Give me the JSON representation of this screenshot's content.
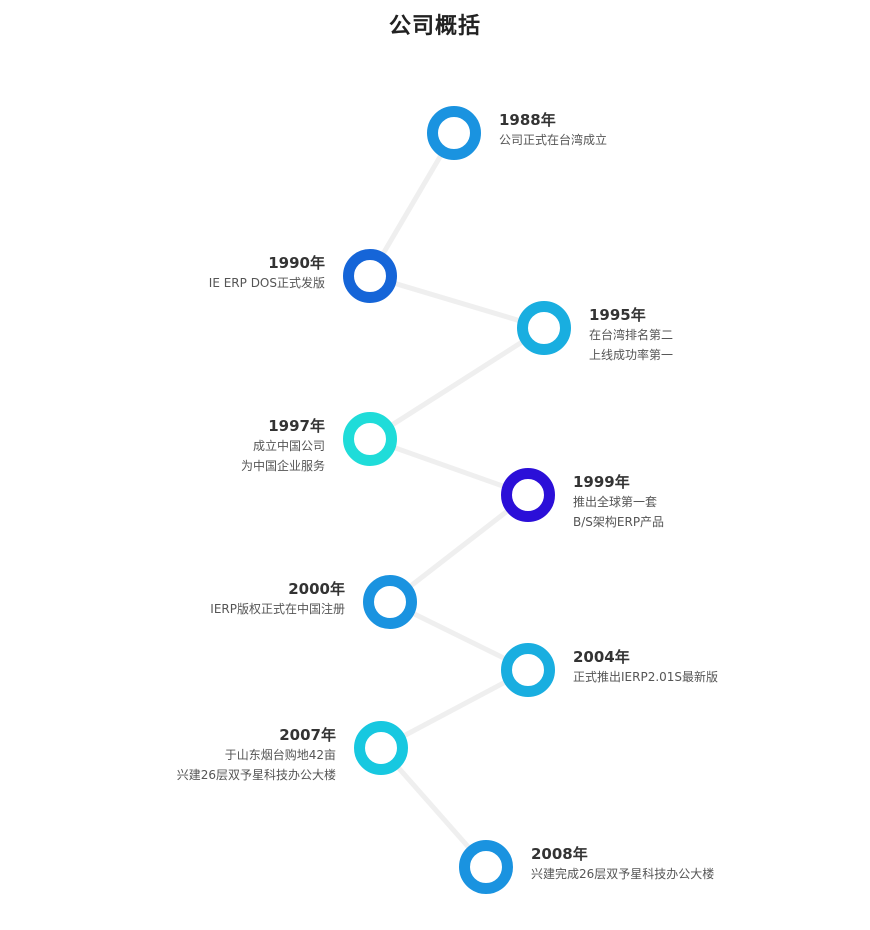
{
  "page": {
    "title": "公司概括"
  },
  "timeline": {
    "line_color": "#efefef",
    "events": [
      {
        "year": "1988年",
        "lines": [
          "公司正式在台湾成立"
        ],
        "color": "#1a93e0"
      },
      {
        "year": "1990年",
        "lines": [
          "IE ERP DOS正式发版"
        ],
        "color": "#1565d8"
      },
      {
        "year": "1995年",
        "lines": [
          "在台湾排名第二",
          "上线成功率第一"
        ],
        "color": "#19aee0"
      },
      {
        "year": "1997年",
        "lines": [
          "成立中国公司",
          "为中国企业服务"
        ],
        "color": "#1fdcd9"
      },
      {
        "year": "1999年",
        "lines": [
          "推出全球第一套",
          "B/S架构ERP产品"
        ],
        "color": "#2b0fd8"
      },
      {
        "year": "2000年",
        "lines": [
          "IERP版权正式在中国注册"
        ],
        "color": "#1a93e0"
      },
      {
        "year": "2004年",
        "lines": [
          "正式推出IERP2.01S最新版"
        ],
        "color": "#19aee0"
      },
      {
        "year": "2007年",
        "lines": [
          "于山东烟台购地42亩",
          "兴建26层双予星科技办公大楼"
        ],
        "color": "#17c8e0"
      },
      {
        "year": "2008年",
        "lines": [
          "兴建完成26层双予星科技办公大楼"
        ],
        "color": "#1a93e0"
      }
    ]
  }
}
